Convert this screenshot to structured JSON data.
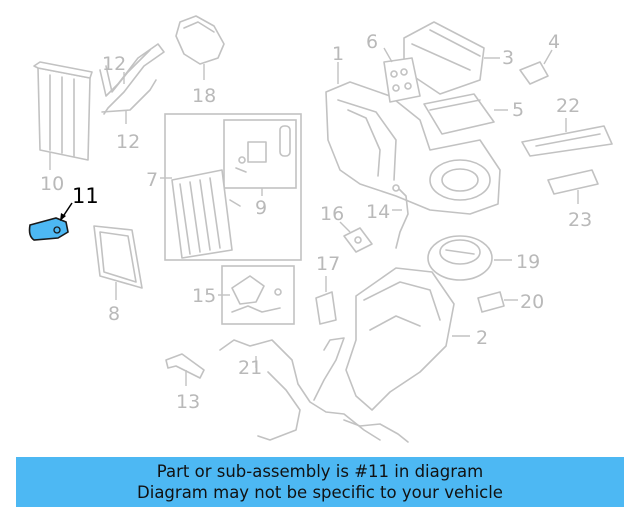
{
  "callouts": [
    {
      "id": "1",
      "text": "1"
    },
    {
      "id": "2",
      "text": "2"
    },
    {
      "id": "3",
      "text": "3"
    },
    {
      "id": "4",
      "text": "4"
    },
    {
      "id": "5",
      "text": "5"
    },
    {
      "id": "6",
      "text": "6"
    },
    {
      "id": "7",
      "text": "7"
    },
    {
      "id": "8",
      "text": "8"
    },
    {
      "id": "9",
      "text": "9"
    },
    {
      "id": "10",
      "text": "10"
    },
    {
      "id": "11",
      "text": "11"
    },
    {
      "id": "12a",
      "text": "12"
    },
    {
      "id": "12b",
      "text": "12"
    },
    {
      "id": "13",
      "text": "13"
    },
    {
      "id": "14",
      "text": "14"
    },
    {
      "id": "15",
      "text": "15"
    },
    {
      "id": "16",
      "text": "16"
    },
    {
      "id": "17",
      "text": "17"
    },
    {
      "id": "18",
      "text": "18"
    },
    {
      "id": "19",
      "text": "19"
    },
    {
      "id": "20",
      "text": "20"
    },
    {
      "id": "21",
      "text": "21"
    },
    {
      "id": "22",
      "text": "22"
    },
    {
      "id": "23",
      "text": "23"
    }
  ],
  "highlight": {
    "part_number": "11",
    "color": "#4db8f3"
  },
  "banner": {
    "line1": "Part or sub-assembly is #11 in diagram",
    "line2": "Diagram may not be specific to your vehicle",
    "color": "#4db8f3"
  }
}
